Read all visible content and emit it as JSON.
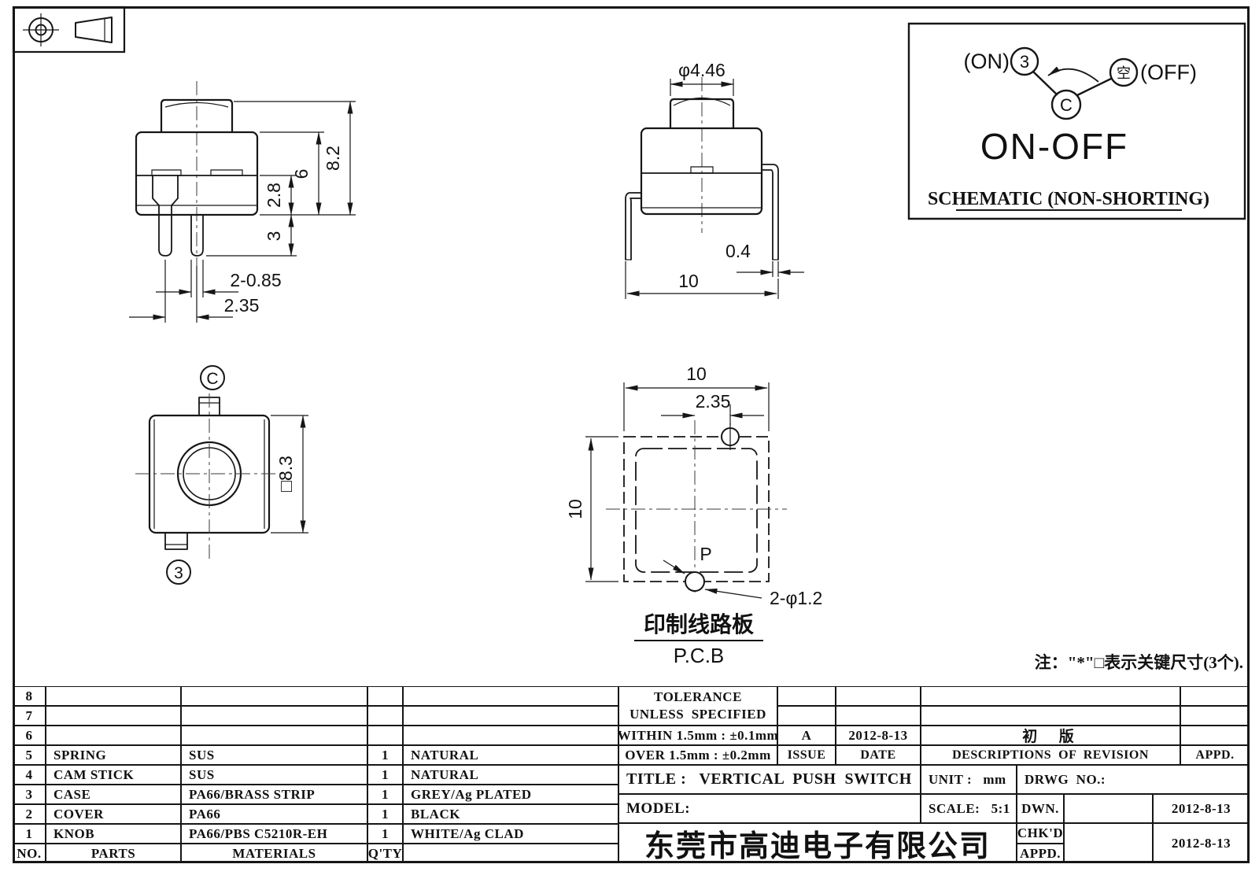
{
  "colors": {
    "line": "#161616",
    "background": "#ffffff"
  },
  "note": "注：\"*\"□表示关键尺寸(3个).",
  "views": {
    "front": {
      "dim_total_height": "8.2",
      "dim_body_height": "6",
      "dim_upper": "2.8",
      "dim_pin_length": "3",
      "dim_pin_width": "2-0.85",
      "dim_pin_pitch": "2.35"
    },
    "side": {
      "dim_knob_dia": "φ4.46",
      "dim_leg_width": "0.4",
      "dim_leg_span": "10"
    },
    "top": {
      "label_common": "C",
      "label_pin3": "3",
      "dim_square": "□8.3"
    },
    "pcb": {
      "dim_width": "10",
      "dim_hole_pitch": "2.35",
      "dim_height": "10",
      "label_p": "P",
      "dim_holes": "2-φ1.2",
      "caption_cn": "印制线路板",
      "caption_en": "P.C.B"
    }
  },
  "schematic": {
    "on_label": "(ON)",
    "pin3": "3",
    "common": "C",
    "kong": "空",
    "off_label": "(OFF)",
    "mode": "ON-OFF",
    "caption": "SCHEMATIC (NON-SHORTING)"
  },
  "parts_table": {
    "footer": {
      "no": "NO.",
      "parts": "PARTS",
      "materials": "MATERIALS",
      "qty": "Q'TY"
    },
    "rows": [
      {
        "no": "8",
        "parts": "",
        "materials": "",
        "qty": "",
        "finish": ""
      },
      {
        "no": "7",
        "parts": "",
        "materials": "",
        "qty": "",
        "finish": ""
      },
      {
        "no": "6",
        "parts": "",
        "materials": "",
        "qty": "",
        "finish": ""
      },
      {
        "no": "5",
        "parts": "SPRING",
        "materials": "SUS",
        "qty": "1",
        "finish": "NATURAL"
      },
      {
        "no": "4",
        "parts": "CAM STICK",
        "materials": "SUS",
        "qty": "1",
        "finish": "NATURAL"
      },
      {
        "no": "3",
        "parts": "CASE",
        "materials": "PA66/BRASS STRIP",
        "qty": "1",
        "finish": "GREY/Ag PLATED"
      },
      {
        "no": "2",
        "parts": "COVER",
        "materials": "PA66",
        "qty": "1",
        "finish": "BLACK"
      },
      {
        "no": "1",
        "parts": "KNOB",
        "materials": "PA66/PBS C5210R-EH",
        "qty": "1",
        "finish": "WHITE/Ag CLAD"
      }
    ]
  },
  "title_block": {
    "tolerance_line1": "TOLERANCE",
    "tolerance_line2": "UNLESS  SPECIFIED",
    "within": "WITHIN 1.5mm : ±0.1mm",
    "over": "OVER 1.5mm : ±0.2mm",
    "issue_value": "A",
    "issue_date": "2012-8-13",
    "revision_desc": "初  版",
    "issue_label": "ISSUE",
    "date_label": "DATE",
    "descriptions_label": "DESCRIPTIONS  OF  REVISION",
    "appd_label": "APPD.",
    "title_value": "TITLE :   VERTICAL  PUSH  SWITCH",
    "unit_value": "UNIT :   mm",
    "drwg_label": "DRWG  NO.:",
    "model_label": "MODEL:",
    "scale_value": "SCALE:   5:1",
    "dwn_label": "DWN.",
    "dwn_date": "2012-8-13",
    "chkd_label": "CHK'D",
    "chkd_date": "2012-8-13",
    "appd2_label": "APPD.",
    "company": "东莞市高迪电子有限公司"
  }
}
